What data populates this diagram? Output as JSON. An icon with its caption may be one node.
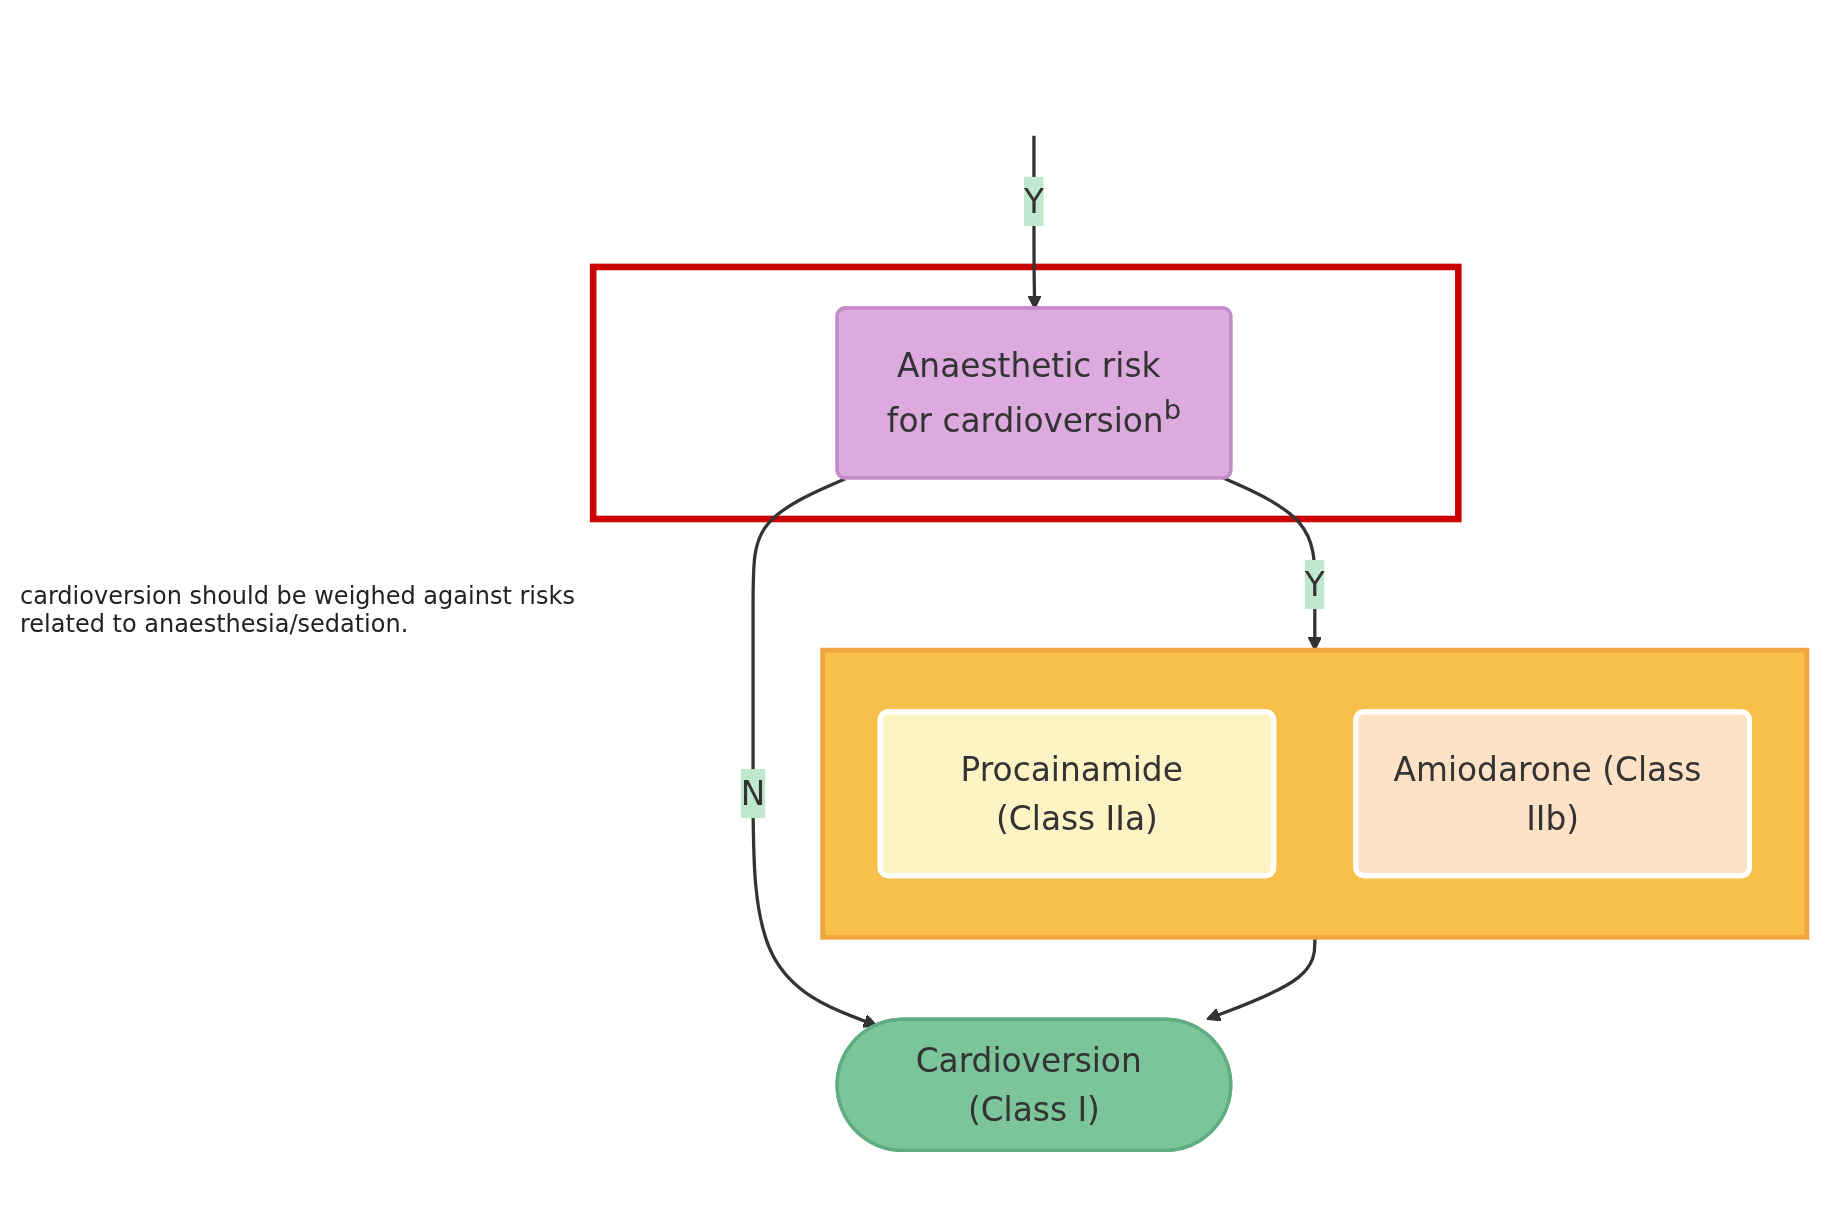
{
  "diagram": {
    "nodes": [
      {
        "text": [],
        "shape": "box"
      },
      {
        "text": [
          "Anaesthetic risk for cardioversion$^{b}$"
        ],
        "in": 0
      },
      {
        "text": [],
        "shape": "box"
      },
      {
        "text": [
          "Procainamide (Class IIa)"
        ],
        "in": 2
      },
      {
        "text": [
          "Amiodarone (Class IIb)"
        ],
        "in": 2
      },
      {
        "text": [
          "Cardioversion (Class I)"
        ]
      }
    ],
    "edges": [
      {
        "from": null,
        "to": 1,
        "arrow": "to",
        "label": "Y"
      },
      {
        "from": 1,
        "to": 2,
        "arrow": "to",
        "label": "Y"
      },
      {
        "from": 1,
        "to": 5,
        "arrow": "to",
        "label": "N"
      },
      {
        "from": 2,
        "to": 5,
        "arrow": "to"
      }
    ],
    "labels": [
      "cardioversion should be weighed against risks related to anaesthesia/sedation."
    ]
  }
}
